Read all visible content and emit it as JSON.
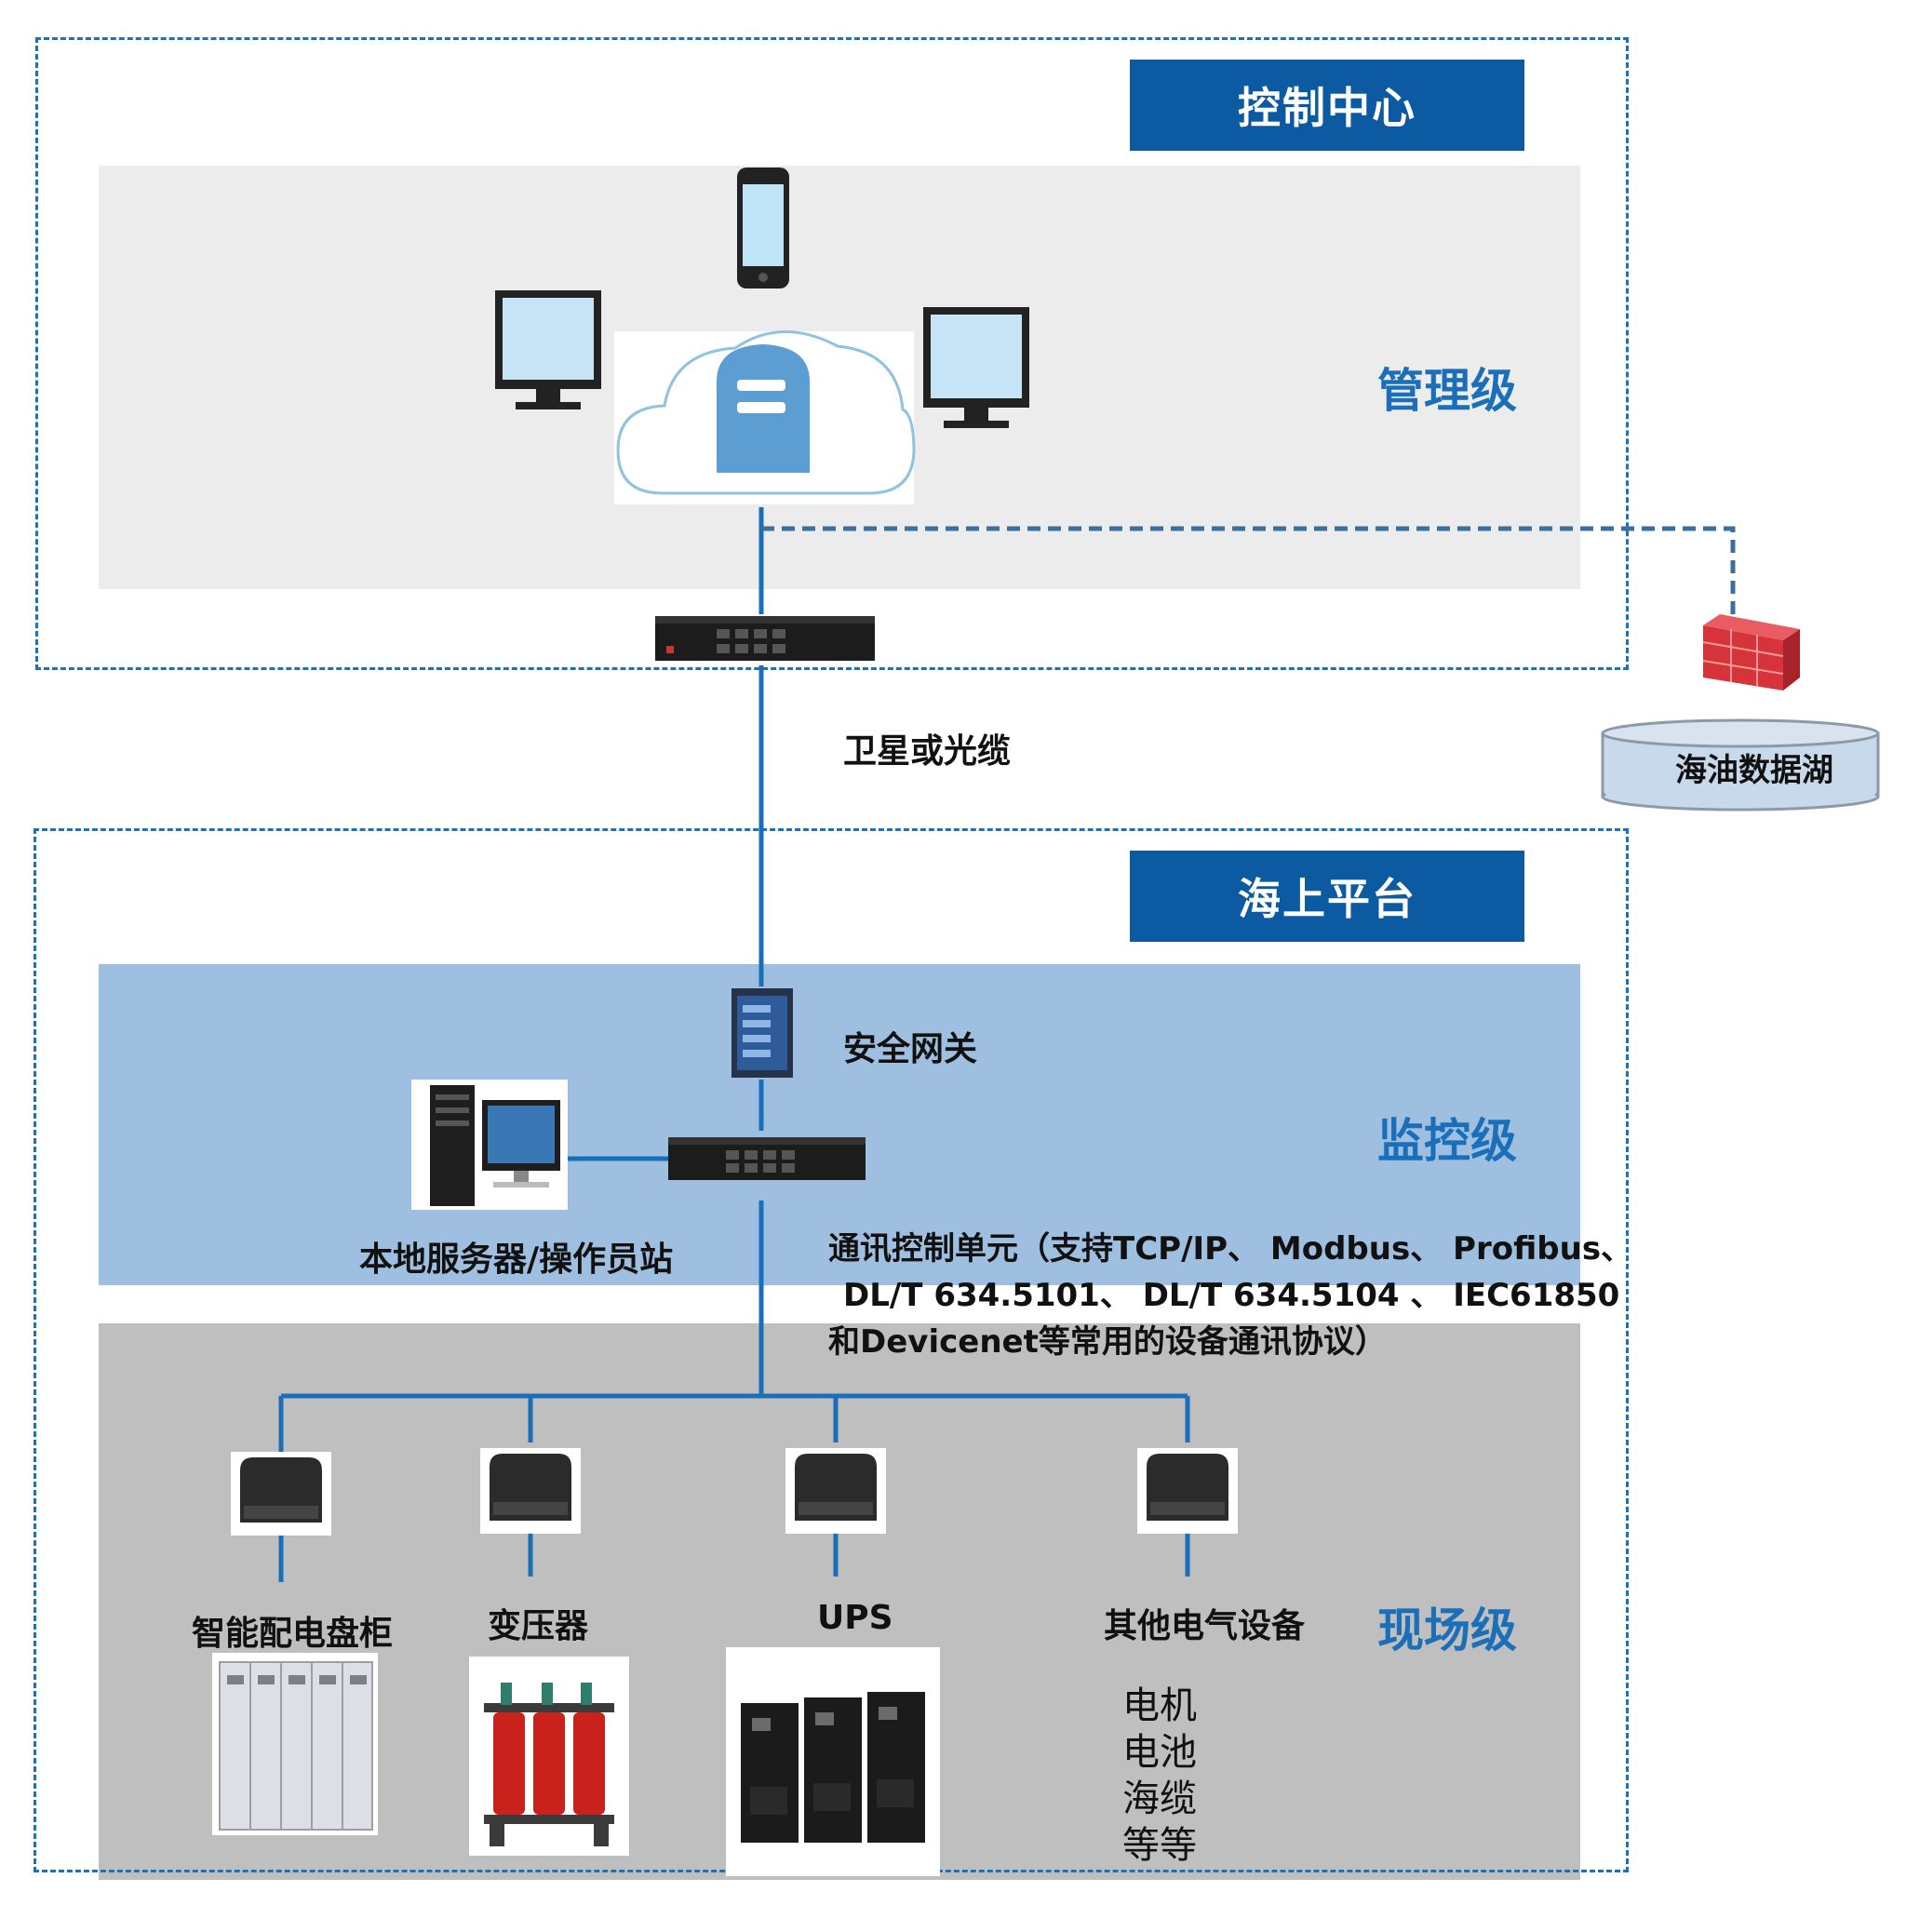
{
  "control_center": {
    "title": "控制中心",
    "level_label": "管理级"
  },
  "link_label": "卫星或光缆",
  "data_lake": {
    "label": "海油数据湖"
  },
  "offshore": {
    "title": "海上平台",
    "monitor_level": "监控级",
    "field_level": "现场级",
    "gateway_label": "安全网关",
    "server_label": "本地服务器/操作员站",
    "comm_unit_lines": [
      "通讯控制单元（支持TCP/IP、 Modbus、 Profibus、",
      "DL/T 634.5101、 DL/T 634.5104 、 IEC61850",
      "和Devicenet等常用的设备通讯协议）"
    ],
    "devices": [
      {
        "label": "智能配电盘柜"
      },
      {
        "label": "变压器"
      },
      {
        "label": "UPS"
      },
      {
        "label": "其他电气设备"
      }
    ],
    "other_items": [
      "电机",
      "电池",
      "海缆",
      "等等"
    ]
  },
  "colors": {
    "brand_blue": "#0b5aa2",
    "line_blue": "#1a6fb8",
    "mgmt_band": "#ececec",
    "monitor_band": "#9fbfe0",
    "field_band": "#bfbfbf"
  }
}
